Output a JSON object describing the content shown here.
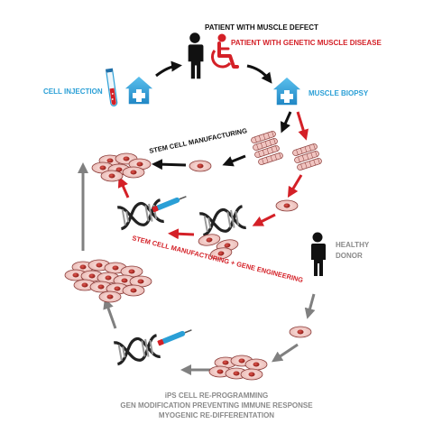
{
  "labels": {
    "patient_muscle_defect": "PATIENT WITH MUSCLE DEFECT",
    "patient_genetic_disease": "PATIENT WITH GENETIC MUSCLE DISEASE",
    "cell_injection": "CELL INJECTION",
    "muscle_biopsy": "MUSCLE BIOPSY",
    "stem_cell_manufacturing": "STEM CELL MANUFACTURING",
    "stem_cell_gene_engineering": "STEM CELL MANUFACTURING + GENE ENGINEERING",
    "healthy": "HEALTHY",
    "donor": "DONOR",
    "ips_line1": "iPS CELL RE-PROGRAMMING",
    "ips_line2": "GEN MODIFICATION PREVENTING IMMUNE RESPONSE",
    "ips_line3": "MYOGENIC RE-DIFFERENTATION"
  },
  "colors": {
    "black": "#111111",
    "red": "#d42027",
    "blue": "#2a9fd6",
    "gray": "#808080",
    "cell_fill": "#f0c4c0",
    "cell_edge": "#8a3b38",
    "nucleus": "#b32a25"
  },
  "icons": [
    "person-icon",
    "wheelchair-icon",
    "hospital-house-icon",
    "test-tube-icon",
    "muscle-fiber-icon",
    "dna-icon",
    "syringe-icon",
    "cell-icon"
  ]
}
